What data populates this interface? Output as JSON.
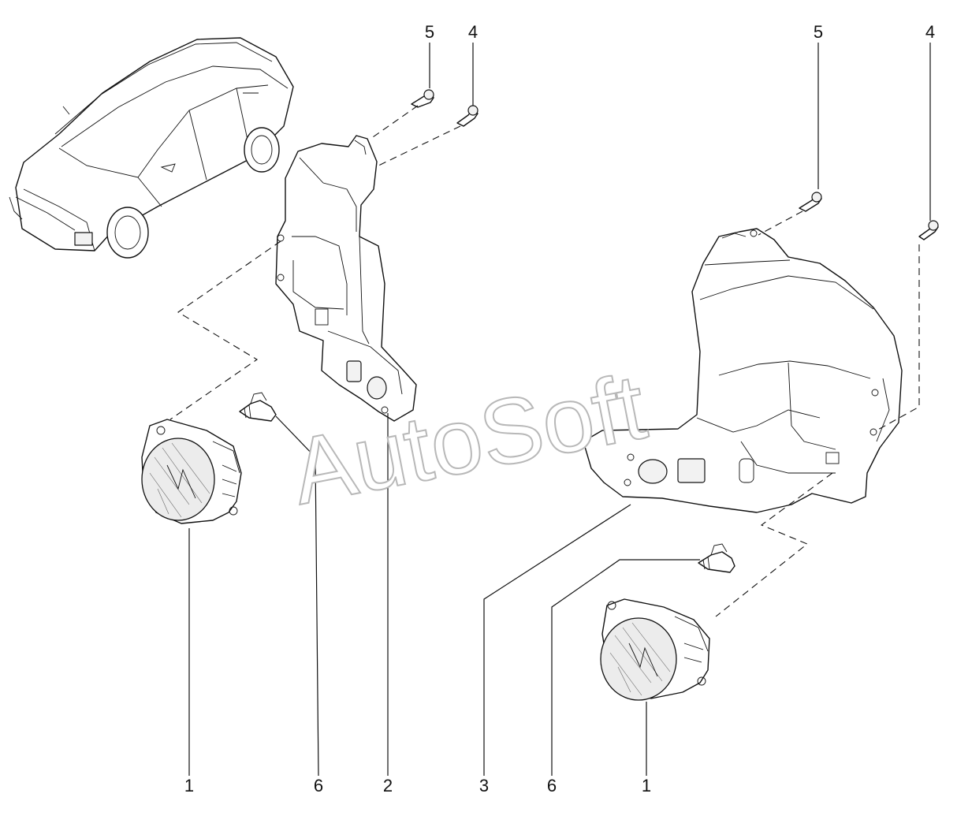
{
  "callouts": {
    "top_left_5": "5",
    "top_left_4": "4",
    "top_right_5": "5",
    "top_right_4": "4",
    "bottom_1_left": "1",
    "bottom_6_left": "6",
    "bottom_2": "2",
    "bottom_3": "3",
    "bottom_6_right": "6",
    "bottom_1_right": "1"
  },
  "watermark": "AutoSoft"
}
